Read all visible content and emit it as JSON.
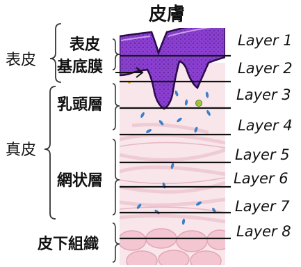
{
  "title": "皮膚",
  "regions": {
    "epidermis": "表皮",
    "dermis": "真皮"
  },
  "sublayers": {
    "epidermis": "表皮",
    "basement_membrane": "基底膜",
    "papillary_layer": "乳頭層",
    "reticular_layer": "網状層",
    "subcutaneous_tissue": "皮下組織"
  },
  "layers": [
    "Layer 1",
    "Layer 2",
    "Layer 3",
    "Layer 4",
    "Layer 5",
    "Layer 6",
    "Layer 7",
    "Layer 8"
  ],
  "colors": {
    "epidermis_fill": "#8a3fd1",
    "epidermis_edge": "#2a0a4a",
    "dermis_bg": "#f8e6ea",
    "fiber": "#efc9d3",
    "fat_cell": "#f3c6d2",
    "cell_blue": "#3a7fc9",
    "line": "#111111"
  }
}
